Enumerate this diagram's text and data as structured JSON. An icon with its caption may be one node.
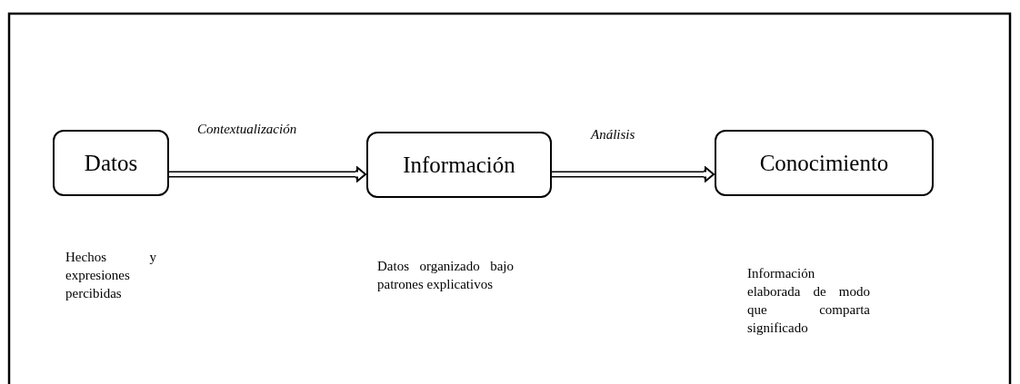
{
  "diagram": {
    "nodes": [
      {
        "text": [
          "Datos"
        ]
      },
      {
        "text": [
          "Información"
        ]
      },
      {
        "text": [
          "Conocimiento"
        ]
      }
    ],
    "edges": [
      {
        "from": 0,
        "to": 1,
        "arrow": "to",
        "label": "Contextualización"
      },
      {
        "from": 1,
        "to": 2,
        "arrow": "to",
        "label": "Análisis"
      }
    ],
    "labels": [
      "Hechos y expresiones percibidas",
      "Datos organizado bajo patrones explicativos",
      "Información elaborada de modo que comparta significado"
    ]
  }
}
